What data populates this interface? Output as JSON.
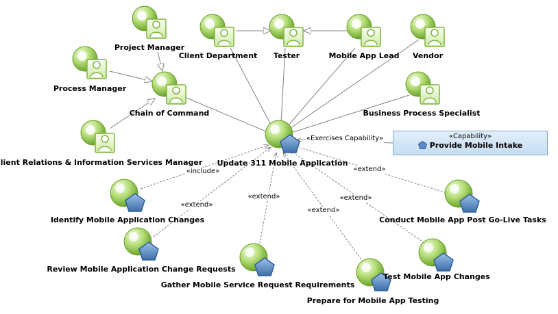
{
  "actors": [
    {
      "id": "project-manager",
      "label": "Project Manager"
    },
    {
      "id": "process-manager",
      "label": "Process Manager"
    },
    {
      "id": "chain-of-command",
      "label": "Chain of Command"
    },
    {
      "id": "client-relations",
      "label": "Client Relations & Information Services Manager"
    },
    {
      "id": "client-department",
      "label": "Client Department"
    },
    {
      "id": "tester",
      "label": "Tester"
    },
    {
      "id": "mobile-app-lead",
      "label": "Mobile App Lead"
    },
    {
      "id": "vendor",
      "label": "Vendor"
    },
    {
      "id": "business-process-specialist",
      "label": "Business Process Specialist"
    }
  ],
  "main_use_case": {
    "id": "update-311",
    "label": "Update 311 Mobile Application"
  },
  "use_cases": [
    {
      "id": "identify-changes",
      "label": "Identify Mobile Application Changes"
    },
    {
      "id": "review-requests",
      "label": "Review Mobile Application Change Requests"
    },
    {
      "id": "gather-requirements",
      "label": "Gather Mobile Service Request Requirements"
    },
    {
      "id": "prepare-testing",
      "label": "Prepare for Mobile App Testing"
    },
    {
      "id": "test-changes",
      "label": "Test Mobile App Changes"
    },
    {
      "id": "post-go-live",
      "label": "Conduct Mobile App Post Go-Live Tasks"
    }
  ],
  "capability": {
    "stereotype": "«Capability»",
    "label": "Provide Mobile Intake"
  },
  "relations": {
    "exercises": "«Exercises Capability»",
    "include": "«include»",
    "extend": "«extend»"
  },
  "colors": {
    "green": "#8dc63f",
    "blue": "#4a78b5",
    "line": "#808080",
    "capability_border": "#7fa6cf"
  }
}
